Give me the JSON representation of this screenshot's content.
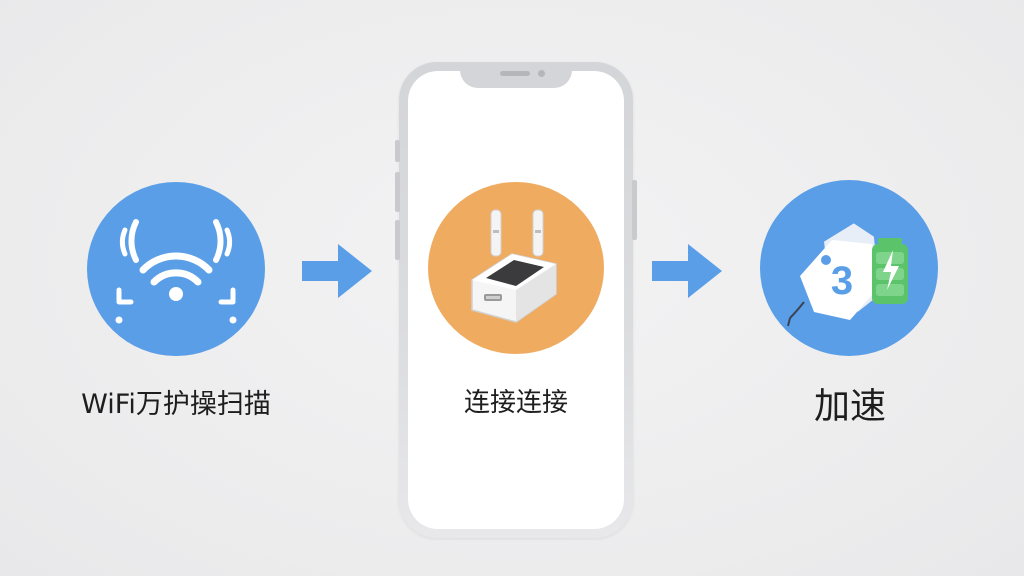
{
  "steps": [
    {
      "label": "WiFi万护操扫描",
      "icon": "wifi-scan-icon",
      "color": "#5a9ee8"
    },
    {
      "label": "连接连接",
      "icon": "router-icon",
      "color": "#efac60"
    },
    {
      "label": "加速",
      "icon": "speed-tag-battery-icon",
      "color": "#5a9ee8",
      "badge": "3"
    }
  ],
  "colors": {
    "background": "#eeeeef",
    "arrow": "#5a9ee8",
    "battery": "#5bc36a"
  }
}
